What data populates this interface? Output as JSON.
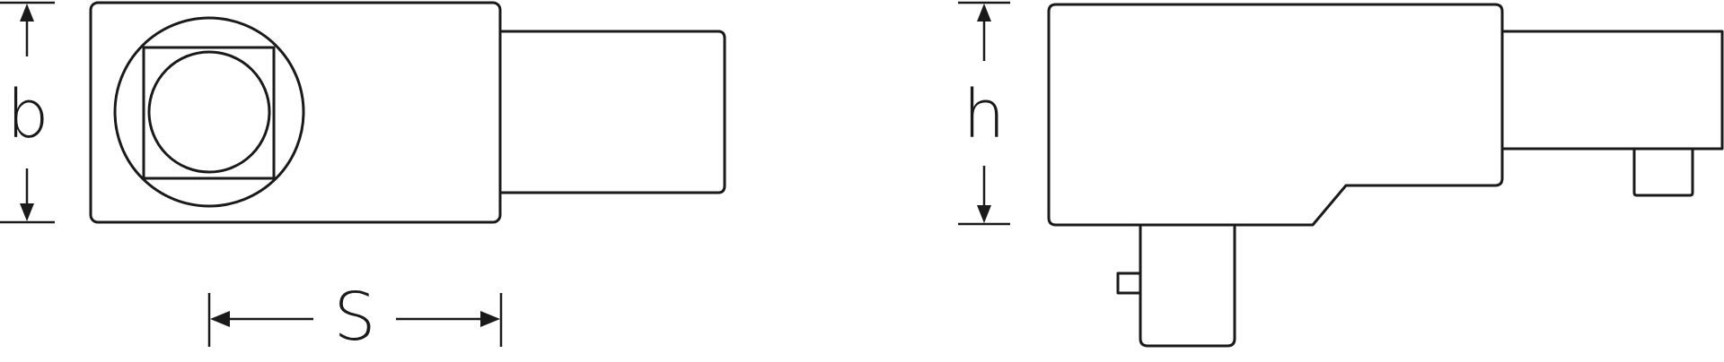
{
  "labels": {
    "width": "b",
    "square_size": "S",
    "height": "h"
  },
  "colors": {
    "line": "#1a1a1a",
    "background": "#ffffff"
  }
}
